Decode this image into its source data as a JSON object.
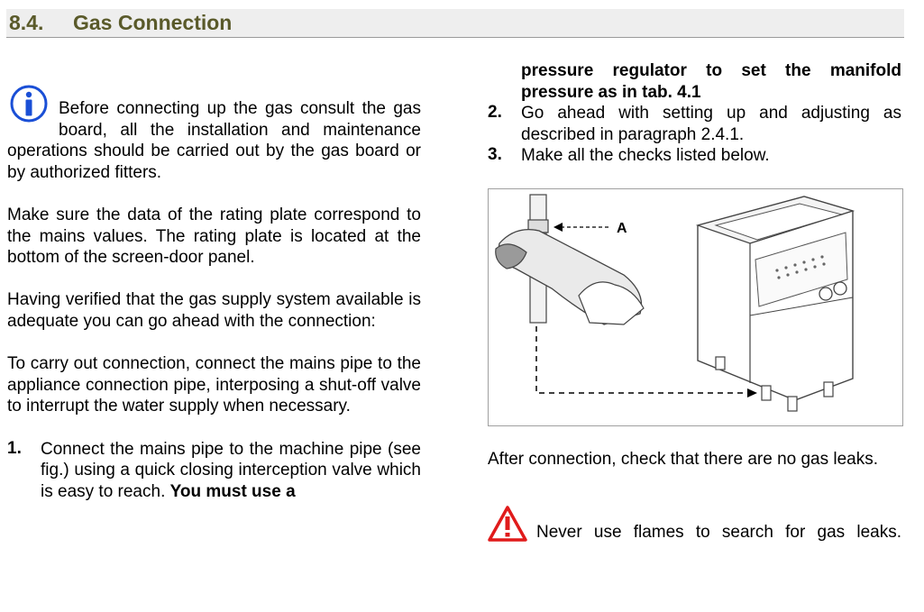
{
  "section": {
    "number": "8.4.",
    "title": "Gas Connection"
  },
  "left": {
    "info_icon": "info-icon",
    "para1": "Before connecting up the gas consult the gas board, all the installation and maintenance operations should be carried out by the gas board or by authorized fitters.",
    "para2": "Make sure the data of the rating plate correspond to the mains values. The rating plate is located at the bottom of the screen-door panel.",
    "para3": "Having verified that the gas supply system available is adequate you can go ahead with the connection:",
    "para4": "To carry out connection, connect the mains pipe to the appliance connection pipe, interposing a shut-off valve to interrupt the water supply when necessary.",
    "step1": {
      "num": "1.",
      "text": "Connect the mains pipe to the machine pipe (see fig.) using a quick closing interception valve which is easy to reach. ",
      "bold_a": "You must use a"
    }
  },
  "right": {
    "bold_cont": "pressure regulator to set the manifold pressure as in tab. 4.1",
    "step2": {
      "num": "2.",
      "text": "Go ahead with setting up and adjusting as described in paragraph 2.4.1."
    },
    "step3": {
      "num": "3.",
      "text": "Make all the checks listed below."
    },
    "figure_label": "A",
    "after": "After connection, check that there are no gas leaks.",
    "warning_icon": "warning-triangle-icon",
    "warning": "Never use flames to search for gas leaks."
  },
  "colors": {
    "heading": "#5a5a2a",
    "info_blue": "#1a4fd6",
    "warning_red": "#e01b1b"
  }
}
